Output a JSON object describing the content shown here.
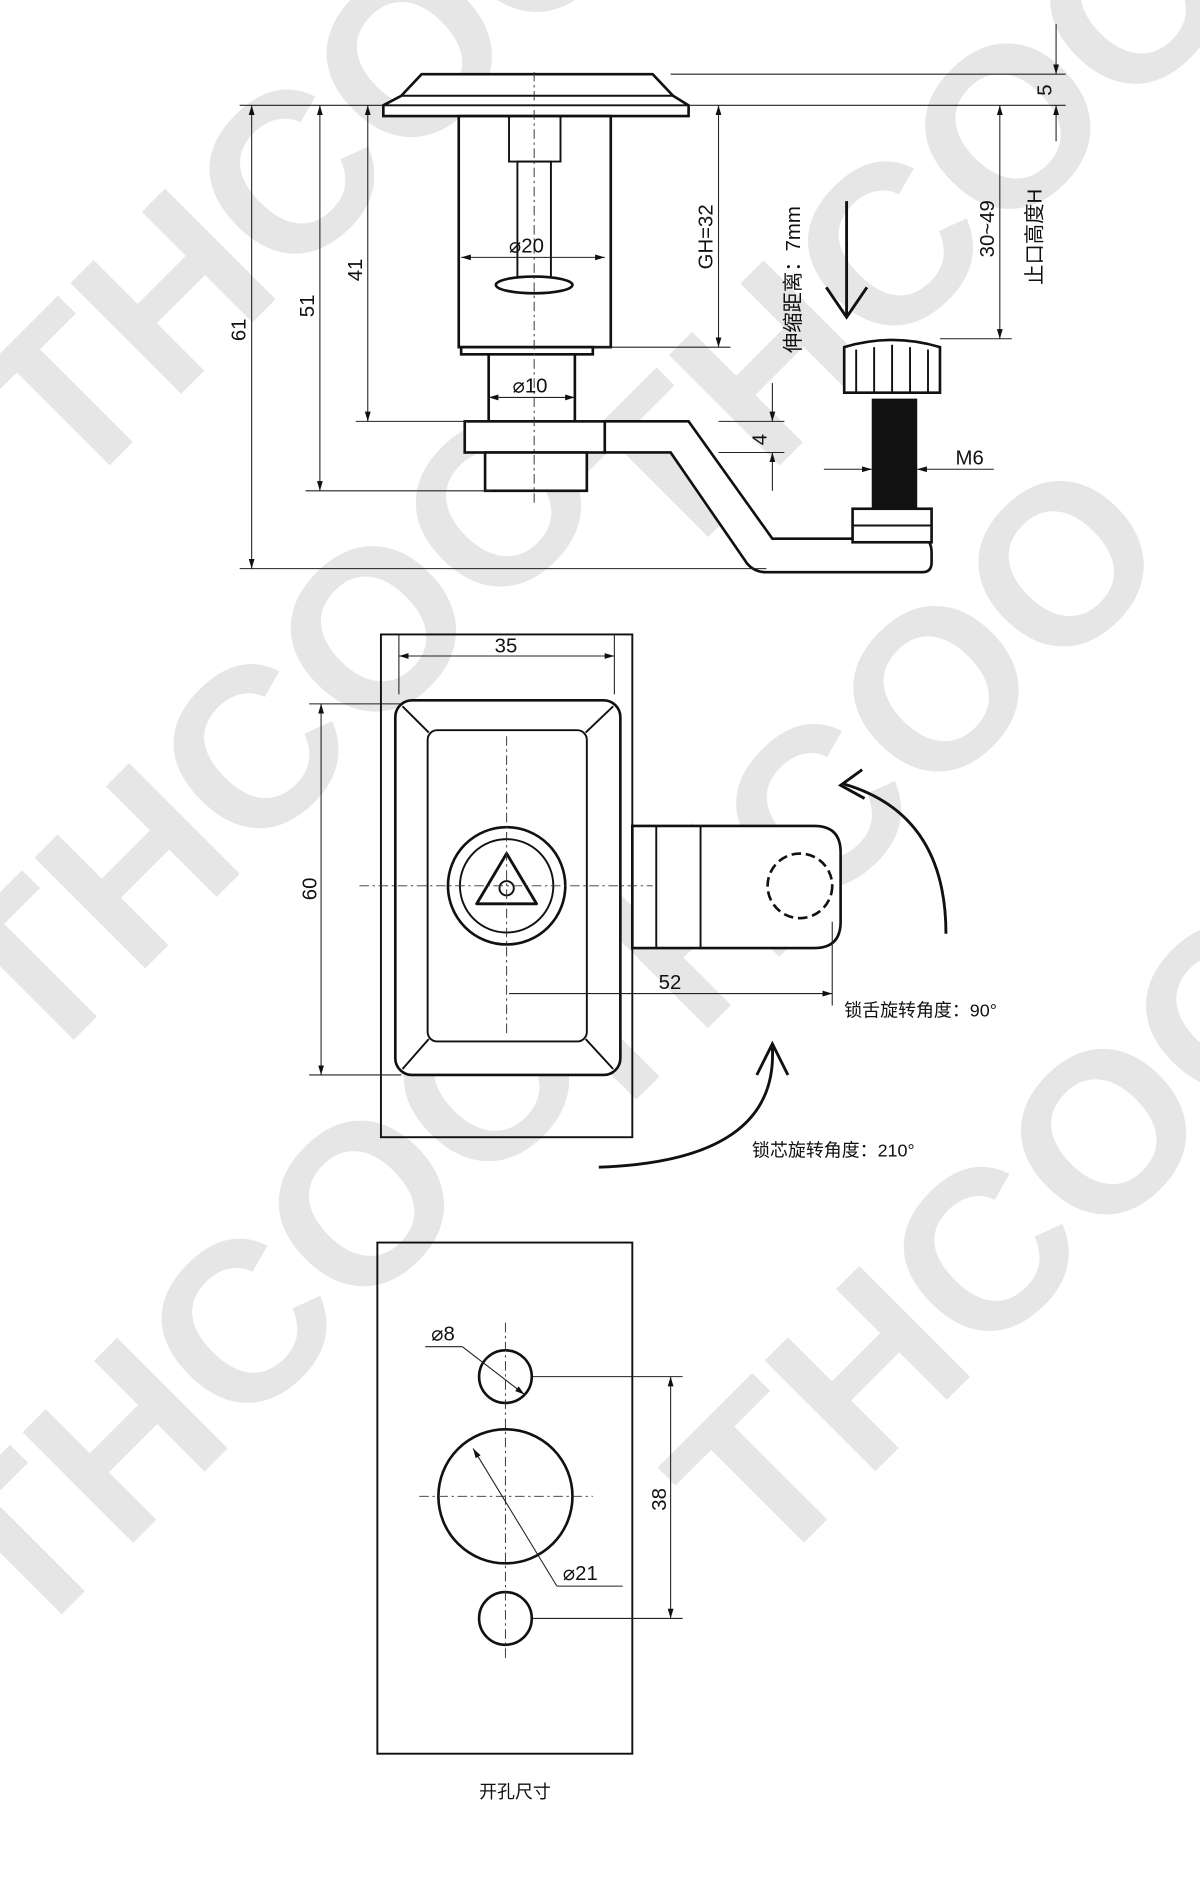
{
  "watermark": {
    "text": "THCOO",
    "color": "#e6e6e6"
  },
  "side_view": {
    "dim_total_height": "61",
    "dim_51": "51",
    "dim_41": "41",
    "dim_gh": "GH=32",
    "dim_head": "5",
    "dim_grip_range": "30~49",
    "grip_label": "止口高度H",
    "stroke_label": "伸缩距离：7mm",
    "dim_body_dia": "⌀20",
    "dim_neck_dia": "⌀10",
    "dim_cam_thickness": "4",
    "thread_label": "M6"
  },
  "front_view": {
    "dim_width": "35",
    "dim_height": "60",
    "dim_arm_length": "52",
    "cam_rotation_note": "锁舌旋转角度：90°",
    "core_rotation_note": "锁芯旋转角度：210°"
  },
  "cutout_view": {
    "small_hole_dia": "⌀8",
    "large_hole_dia": "⌀21",
    "hole_spacing": "38",
    "caption": "开孔尺寸"
  }
}
